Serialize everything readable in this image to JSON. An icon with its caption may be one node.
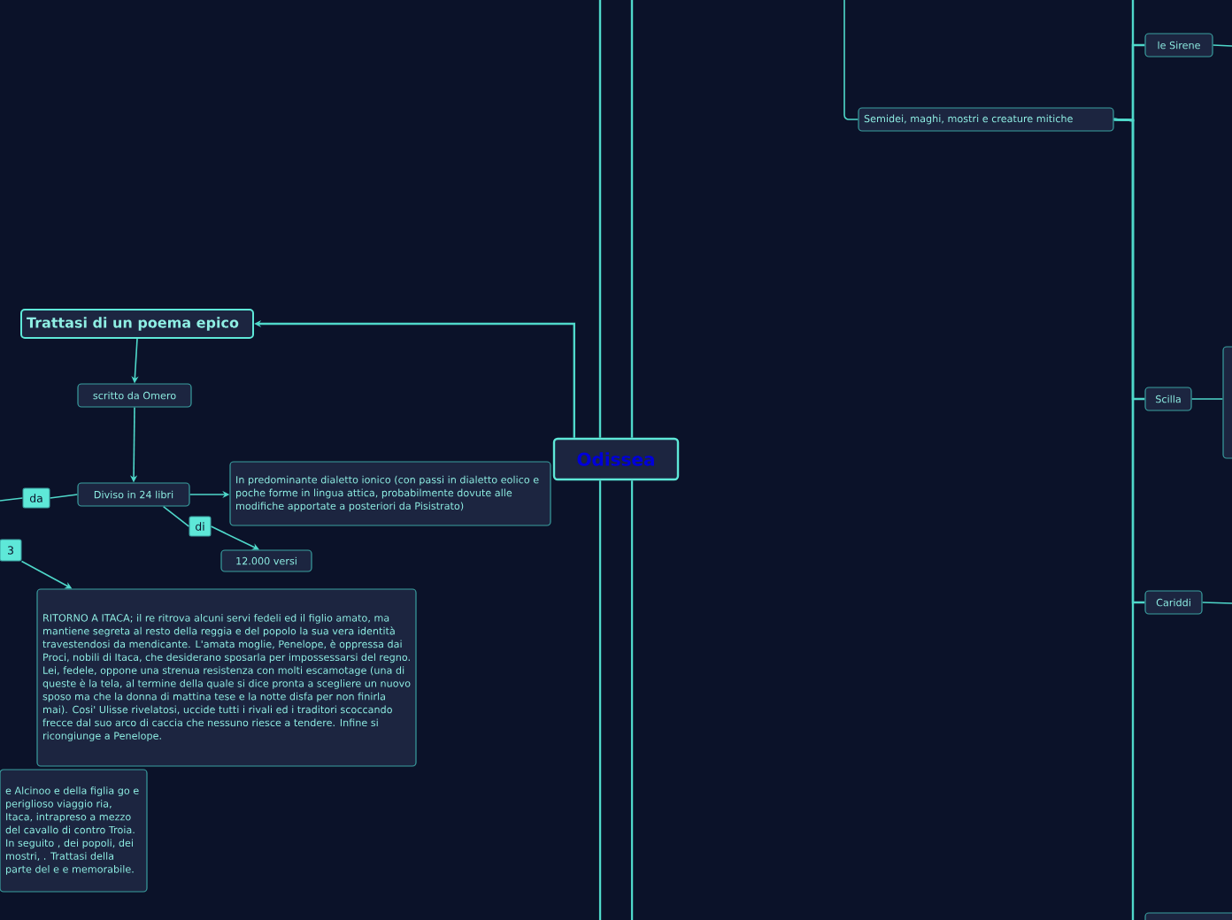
{
  "diagram": {
    "nodes": [
      {
        "text": [
          "Odissea"
        ]
      },
      {
        "text": [
          "Trattasi di un poema epico"
        ]
      },
      {
        "text": [
          "scritto da Omero"
        ]
      },
      {
        "text": [
          "Diviso in 24 libri"
        ]
      },
      {
        "text": [
          "In predominante dialetto ionico (con passi in dialetto eolico e poche forme in lingua attica, probabilmente dovute alle modifiche apportate a posteriori da Pisistrato)"
        ]
      },
      {
        "text": [
          "da"
        ]
      },
      {
        "text": [
          "di"
        ]
      },
      {
        "text": [
          "12.000 versi"
        ]
      },
      {
        "text": [
          "3"
        ]
      },
      {
        "text": [
          "RITORNO A ITACA; il re ritrova alcuni servi fedeli ed il figlio amato, ma mantiene segreta al resto della reggia e del popolo la sua  vera identità travestendosi da mendicante. L'amata moglie, Penelope, è oppressa dai Proci, nobili di Itaca, che desiderano sposarla per impossessarsi del regno. Lei, fedele, oppone una strenua resistenza con molti escamotage (una di queste è la tela, al termine della quale si dice pronta a scegliere un nuovo sposo ma che la donna di mattina tese e la notte disfa per non finirla mai). Cosi' Ulisse rivelatosi, uccide tutti i rivali ed i traditori scoccando frecce dal suo arco di caccia che nessuno riesce a tendere. Infine si ricongiunge a Penelope."
        ]
      },
      {
        "text": [
          "e Alcinoo e della figlia go e periglioso viaggio ria, Itaca, intrapreso a mezzo del cavallo di contro Troia. In seguito , dei popoli, dei mostri, . Trattasi della parte del e e memorabile."
        ]
      },
      {
        "text": [
          "Semidei, maghi, mostri e creature mitiche"
        ]
      },
      {
        "text": [
          "le Sirene"
        ]
      },
      {
        "text": [
          "Scilla"
        ]
      },
      {
        "text": [
          "Cariddi"
        ]
      },
      {
        "text": [],
        "shape": "box"
      },
      {
        "text": [],
        "shape": "box"
      }
    ],
    "edges": [
      {
        "from": 0,
        "to": 1,
        "arrow": "to"
      },
      {
        "from": 1,
        "to": 2,
        "arrow": "to"
      },
      {
        "from": 2,
        "to": 3,
        "arrow": "to"
      },
      {
        "from": 3,
        "to": 4,
        "arrow": "to"
      },
      {
        "from": 3,
        "to": 6,
        "arrow": "none"
      },
      {
        "from": 6,
        "to": 7,
        "arrow": "to"
      },
      {
        "from": null,
        "to": 5,
        "arrow": "none"
      },
      {
        "from": 5,
        "to": 3,
        "arrow": "none"
      },
      {
        "from": 8,
        "to": 9,
        "arrow": "to"
      },
      {
        "from": 11,
        "to": null,
        "arrow": "none"
      },
      {
        "from": 11,
        "to": 12,
        "arrow": "none"
      },
      {
        "from": 11,
        "to": 13,
        "arrow": "none"
      },
      {
        "from": 11,
        "to": 14,
        "arrow": "none"
      },
      {
        "from": 11,
        "to": 16,
        "arrow": "none"
      },
      {
        "from": 11,
        "to": null,
        "arrow": "none"
      },
      {
        "from": 12,
        "to": null,
        "arrow": "none"
      },
      {
        "from": 13,
        "to": 15,
        "arrow": "none"
      },
      {
        "from": 14,
        "to": null,
        "arrow": "none"
      },
      {
        "from": 0,
        "to": null,
        "arrow": "none"
      },
      {
        "from": 0,
        "to": null,
        "arrow": "none"
      },
      {
        "from": 0,
        "to": null,
        "arrow": "none"
      },
      {
        "from": 0,
        "to": null,
        "arrow": "none"
      }
    ]
  }
}
